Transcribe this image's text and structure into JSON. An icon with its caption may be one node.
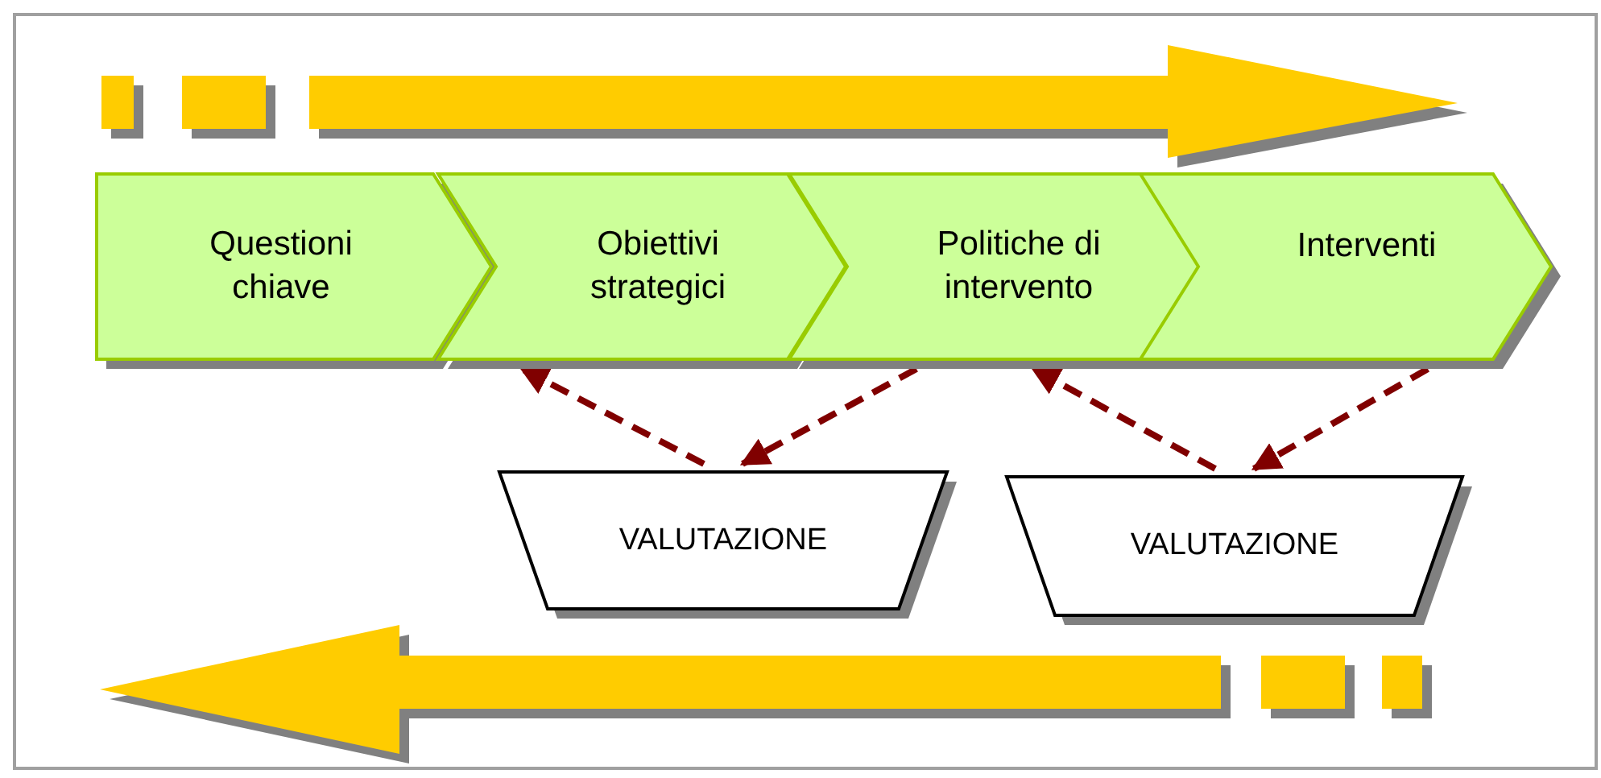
{
  "diagram": {
    "nodes": [
      {
        "text": [
          "Questioni chiave"
        ]
      },
      {
        "text": [
          "Obiettivi strategici"
        ]
      },
      {
        "text": [
          "Politiche di intervento"
        ]
      },
      {
        "text": [
          "Interventi"
        ]
      },
      {
        "text": [
          "VALUTAZIONE"
        ]
      },
      {
        "text": [
          "VALUTAZIONE"
        ]
      }
    ],
    "edges": [
      {
        "from": 4,
        "to": 1,
        "arrow": "to",
        "style": "dashed"
      },
      {
        "from": 2,
        "to": 4,
        "arrow": "to",
        "style": "dashed"
      },
      {
        "from": 5,
        "to": 2,
        "arrow": "to",
        "style": "dashed"
      },
      {
        "from": 3,
        "to": 5,
        "arrow": "to",
        "style": "dashed"
      }
    ]
  }
}
